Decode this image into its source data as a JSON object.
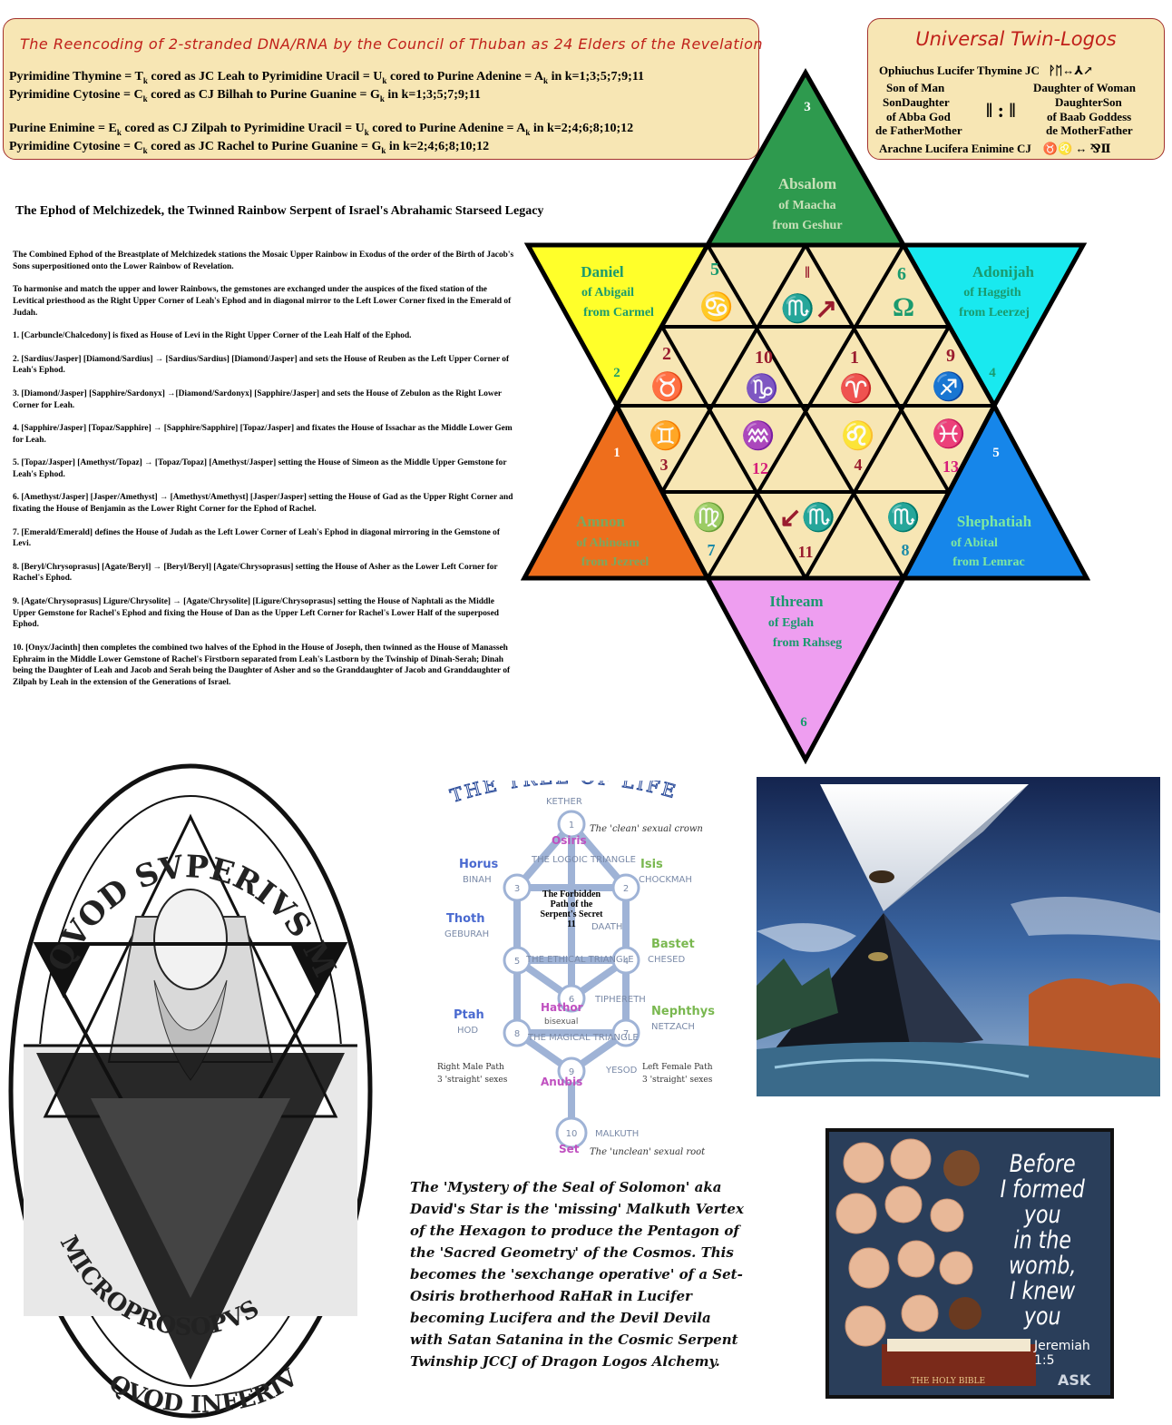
{
  "header": {
    "title": "The Reencoding of 2-stranded DNA/RNA by the Council of Thuban as 24 Elders of the Revelation",
    "rules": [
      {
        "a": "Pyrimidine Thymine = T",
        "a_sub": "k",
        "b": "  cored as JC Leah to Pyrimidine Uracil = U",
        "b_sub": "k",
        "c": "  cored to Purine Adenine = A",
        "c_sub": "k",
        "d": "  in k=1;3;5;7;9;11"
      },
      {
        "a": "Pyrimidine Cytosine = C",
        "a_sub": "k",
        "b": "  cored as CJ Bilhah to Purine Guanine = G",
        "b_sub": "k",
        "c": "  in k=1;3;5;7;9;11",
        "c_sub": "",
        "d": ""
      },
      {
        "a": "Purine Enimine = E",
        "a_sub": "k",
        "b": "  cored as CJ Zilpah to Pyrimidine Uracil = U",
        "b_sub": "k",
        "c": " cored to Purine Adenine = A",
        "c_sub": "k",
        "d": "  in k=2;4;6;8;10;12"
      },
      {
        "a": "Pyrimidine Cytosine = C",
        "a_sub": "k",
        "b": "  cored as JC Rachel  to Purine Guanine = G",
        "b_sub": "k",
        "c": "  in k=2;4;6;8;10;12",
        "c_sub": "",
        "d": ""
      }
    ]
  },
  "twin_logos": {
    "title": "Universal Twin-Logos",
    "line1": "Ophiuchus Lucifer Thymine JC",
    "line1_glyph": "ᚹᛖ↔⅄↗",
    "left": [
      "Son of Man",
      "SonDaughter",
      "of Abba God",
      "de FatherMother"
    ],
    "right": [
      "Daughter of Woman",
      "DaughterSon",
      "of Baab Goddess",
      "de MotherFather"
    ],
    "bars": "ǁ : ǁ",
    "line_last": "Arachne Lucifera Enimine CJ",
    "line_last_glyph": "♉♌ ↔ ⅋Ⅱ"
  },
  "ephod": {
    "title": "The Ephod of Melchizedek, the Twinned Rainbow Serpent of Israel's Abrahamic Starseed Legacy",
    "paragraphs": [
      "The Combined Ephod of the Breastplate of Melchizedek stations the Mosaic Upper Rainbow in Exodus of the order of the Birth of Jacob's Sons superpositioned onto the Lower Rainbow of Revelation.",
      "To harmonise and match the upper and lower Rainbows, the gemstones are exchanged under the auspices of the fixed station of the Levitical priesthood as the Right Upper Corner of Leah's Ephod and in diagonal mirror to the Left Lower Corner fixed in the Emerald of Judah.",
      "1. [Carbuncle/Chalcedony] is fixed as House of Levi in the Right Upper Corner of the Leah Half of the Ephod.",
      "2. [Sardius/Jasper] [Diamond/Sardius] → [Sardius/Sardius] [Diamond/Jasper] and sets the House of Reuben as the Left Upper Corner of Leah's Ephod.",
      "3. [Diamond/Jasper] [Sapphire/Sardonyx] →[Diamond/Sardonyx] [Sapphire/Jasper] and sets the House of Zebulon as the Right Lower Corner for Leah.",
      "4. [Sapphire/Jasper] [Topaz/Sapphire] → [Sapphire/Sapphire] [Topaz/Jasper] and fixates the House of Issachar as the Middle Lower Gem for Leah.",
      "5. [Topaz/Jasper] [Amethyst/Topaz] → [Topaz/Topaz] [Amethyst/Jasper] setting the House of Simeon as the Middle Upper Gemstone for Leah's Ephod.",
      "6. [Amethyst/Jasper] [Jasper/Amethyst] → [Amethyst/Amethyst] [Jasper/Jasper] setting the House of Gad as the Upper Right Corner and fixating the House of Benjamin as the Lower Right Corner for the Ephod of Rachel.",
      "7. [Emerald/Emerald] defines the House of Judah as the Left Lower Corner of Leah's Ephod in diagonal mirroring in the Gemstone of Levi.",
      "8. [Beryl/Chrysoprasus] [Agate/Beryl] → [Beryl/Beryl] [Agate/Chrysoprasus] setting the House of Asher as the Lower Left Corner for Rachel's Ephod.",
      "9. [Agate/Chrysoprasus] Ligure/Chrysolite] → [Agate/Chrysolite] [Ligure/Chrysoprasus] setting the House of Naphtali as the Middle Upper Gemstone for Rachel's Ephod and fixing the House of Dan as the Upper Left Corner for Rachel's Lower Half of the superposed Ephod.",
      "10. [Onyx/Jacinth] then completes the combined two halves of the Ephod in the House of Joseph, then twinned as the House of Manasseh Ephraim in the Middle Lower Gemstone of Rachel's Firstborn separated from Leah's Lastborn by the Twinship of Dinah-Serah; Dinah being the Daughter of Leah and Jacob and Serah being the Daughter of Asher and so the Granddaughter of Jacob and Granddaughter of Zilpah by Leah in the extension of the Generations of Israel."
    ]
  },
  "star": {
    "points": [
      {
        "id": "top",
        "num": "3",
        "name": "Absalom",
        "of": "of Maacha",
        "from": "from Geshur",
        "color": "#2e9a4e"
      },
      {
        "id": "upper-left",
        "num": "2",
        "name": "Daniel",
        "of": "of Abigail",
        "from": "from Carmel",
        "color": "#ffff2a"
      },
      {
        "id": "upper-right",
        "num": "4",
        "name": "Adonijah",
        "of": "of Haggith",
        "from": "from Leerzej",
        "color": "#19e9ef"
      },
      {
        "id": "lower-left",
        "num": "1",
        "name": "Amnon",
        "of": "of Ahinoam",
        "from": "from Jezreel",
        "color": "#ee6e1c"
      },
      {
        "id": "lower-right",
        "num": "5",
        "name": "Shephatiah",
        "of": "of Abital",
        "from": "from Lemrac",
        "color": "#1686ea"
      },
      {
        "id": "bottom",
        "num": "6",
        "name": "Ithream",
        "of": "of Eglah",
        "from": "from Rahseg",
        "color": "#ee9ef0"
      }
    ],
    "inner": [
      {
        "num": "5",
        "sign": "♋",
        "color": "#1a9a6e"
      },
      {
        "num": "ǁ",
        "sign": "♏↗",
        "color": "#9a1c2e"
      },
      {
        "num": "6",
        "sign": "Ω",
        "color": "#1a9a6e"
      },
      {
        "num": "2",
        "sign": "♉",
        "color": "#9a1c2e"
      },
      {
        "num": "10",
        "sign": "♑",
        "color": "#9a1c2e"
      },
      {
        "num": "1",
        "sign": "♈",
        "color": "#9a1c2e"
      },
      {
        "num": "9",
        "sign": "♐",
        "color": "#9a1c2e"
      },
      {
        "num": "3",
        "sign": "♊",
        "color": "#9a1c2e"
      },
      {
        "num": "12",
        "sign": "♒",
        "color": "#d61c7a"
      },
      {
        "num": "4",
        "sign": "♌",
        "color": "#9a1c2e"
      },
      {
        "num": "13",
        "sign": "♓",
        "color": "#d61c7a"
      },
      {
        "num": "7",
        "sign": "♍",
        "color": "#1a8aa8"
      },
      {
        "num": "11",
        "sign": "↙♏",
        "color": "#9a1c2e"
      },
      {
        "num": "8",
        "sign": "♏",
        "color": "#1a8aa8"
      }
    ]
  },
  "tree_of_life": {
    "title": "THE TREE OF LIFE",
    "nodes": [
      {
        "n": "1",
        "label": "KETHER",
        "note": "The 'clean' sexual crown"
      },
      {
        "n": "2",
        "label": "CHOCKMAH",
        "deity": "Isis"
      },
      {
        "n": "3",
        "label": "BINAH",
        "deity": "Horus"
      },
      {
        "n": "4",
        "label": "CHESED",
        "deity": "Bastet"
      },
      {
        "n": "5",
        "label": "GEBURAH",
        "deity": "Thoth"
      },
      {
        "n": "6",
        "label": "TIPHERETH"
      },
      {
        "n": "7",
        "label": "NETZACH",
        "deity": "Nephthys"
      },
      {
        "n": "8",
        "label": "HOD",
        "deity": "Ptah"
      },
      {
        "n": "9",
        "label": "YESOD",
        "deity": "Anubis"
      },
      {
        "n": "10",
        "label": "MALKUTH",
        "note": "The 'unclean' sexual root"
      }
    ],
    "daath": "DAATH",
    "osiris": "Osiris",
    "hathor": "Hathor",
    "set": "Set",
    "bisexual": "bisexual",
    "logic": "THE LOGOIC TRIANGLE",
    "ethical": "THE ETHICAL TRIANGLE",
    "magical": "THE MAGICAL TRIANGLE",
    "forbidden": [
      "The Forbidden",
      "Path of the",
      "Serpent's Secret",
      "11"
    ],
    "right_male": [
      "Right Male Path",
      "3 'straight' sexes"
    ],
    "left_female": [
      "Left Female Path",
      "3 'straight' sexes"
    ]
  },
  "seal": {
    "top_text": "QVOD SVPERIVS MACROPROSOPVS",
    "bottom_text": "QVOD INFERIVS",
    "mid_text": "MICROPROSOPVS"
  },
  "solomon_text": "The 'Mystery of the Seal of Solomon' aka David's Star is the 'missing' Malkuth Vertex of the Hexagon to produce the Pentagon of the 'Sacred Geometry' of the Cosmos. This becomes the 'sexchange operative' of a Set-Osiris brotherhood RaHaR in Lucifer becoming Lucifera and the Devil Devila with Satan Satanina in the Cosmic Serpent Twinship JCCJ of Dragon Logos Alchemy.",
  "bible_poster": {
    "lines": [
      "Before",
      "I formed",
      "you",
      "in the",
      "womb,",
      "I knew",
      "you"
    ],
    "reference": "Jeremiah 1:5",
    "book": "THE HOLY BIBLE",
    "brand": "ASK"
  }
}
